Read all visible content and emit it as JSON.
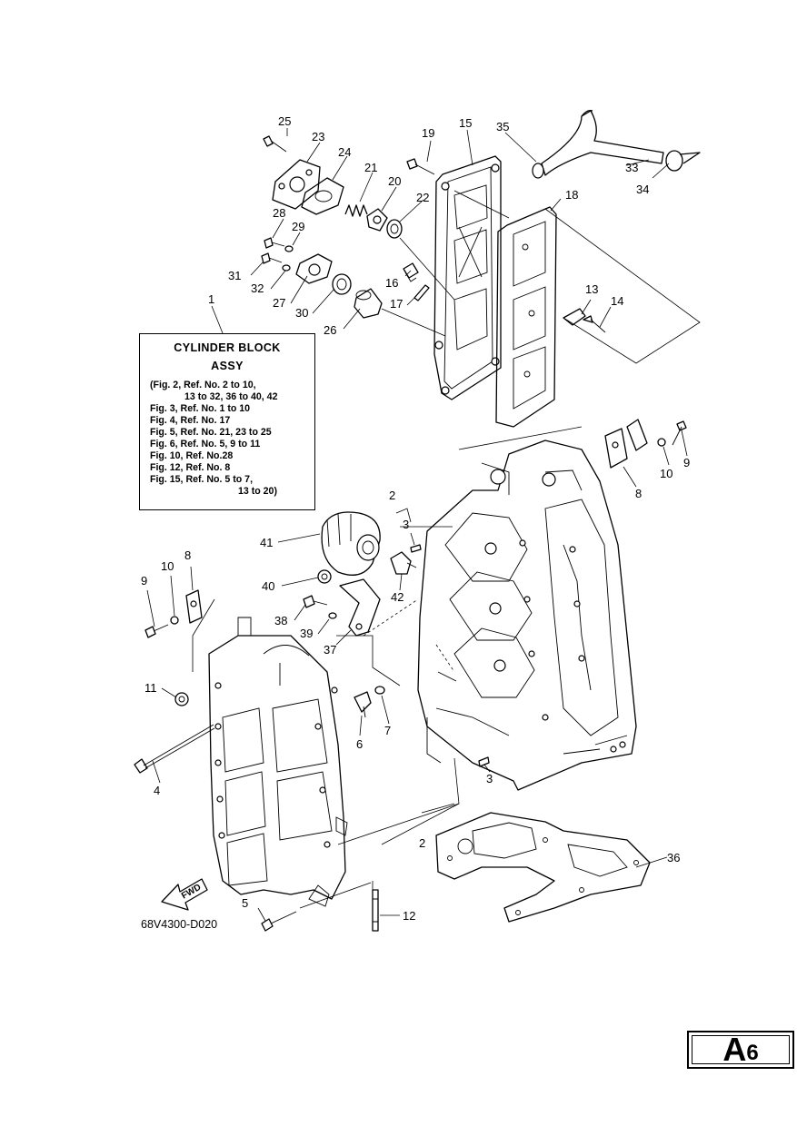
{
  "info_box": {
    "title": "CYLINDER BLOCK",
    "subtitle": "ASSY",
    "lines": [
      "(Fig. 2, Ref. No. 2 to 10,",
      "13 to 32, 36 to 40, 42",
      "Fig. 3, Ref. No. 1 to 10",
      "Fig. 4, Ref. No. 17",
      "Fig. 5, Ref. No. 21, 23 to 25",
      "Fig. 6, Ref. No. 5, 9 to 11",
      "Fig. 10, Ref. No.28",
      "Fig. 12, Ref. No. 8",
      "Fig. 15, Ref. No. 5 to 7,",
      "13 to 20)"
    ]
  },
  "callouts": {
    "c1": "1",
    "c2a": "2",
    "c2b": "2",
    "c3a": "3",
    "c3b": "3",
    "c4": "4",
    "c5": "5",
    "c6": "6",
    "c7": "7",
    "c8a": "8",
    "c8b": "8",
    "c9a": "9",
    "c9b": "9",
    "c10a": "10",
    "c10b": "10",
    "c11": "11",
    "c12": "12",
    "c13": "13",
    "c14": "14",
    "c15": "15",
    "c16": "16",
    "c17": "17",
    "c18": "18",
    "c19": "19",
    "c20": "20",
    "c21": "21",
    "c22": "22",
    "c23": "23",
    "c24": "24",
    "c25": "25",
    "c26": "26",
    "c27": "27",
    "c28": "28",
    "c29": "29",
    "c30": "30",
    "c31": "31",
    "c32": "32",
    "c33": "33",
    "c34": "34",
    "c35": "35",
    "c36": "36",
    "c37": "37",
    "c38": "38",
    "c39": "39",
    "c40": "40",
    "c41": "41",
    "c42": "42"
  },
  "fwd_label": "FWD",
  "drawing_code": "68V4300-D020",
  "page_badge": {
    "letter": "A",
    "number": "6"
  }
}
